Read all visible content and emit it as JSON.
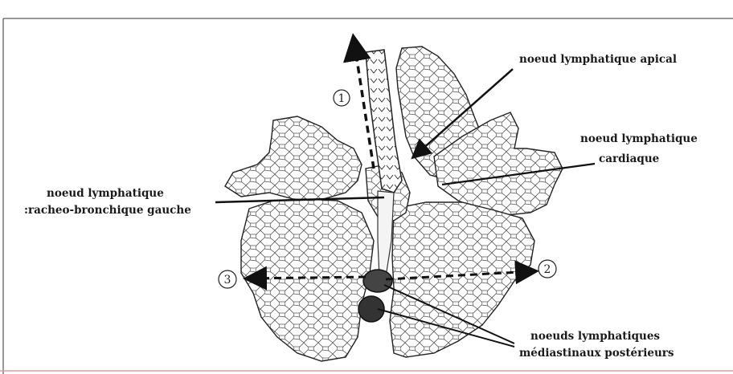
{
  "figure": {
    "labels": {
      "apical": "noeud lymphatique apical",
      "cardiac_line1": "noeud lymphatique",
      "cardiac_line2": "cardiaque",
      "tracheo_line1": "noeud lymphatique",
      "tracheo_line2": ":racheo-bronchique gauche",
      "mediastinal_line1": "noeuds lymphatiques",
      "mediastinal_line2": "médiastinaux postérieurs"
    },
    "route_markers": {
      "route_1": "1",
      "route_2": "2",
      "route_3": "3"
    }
  }
}
